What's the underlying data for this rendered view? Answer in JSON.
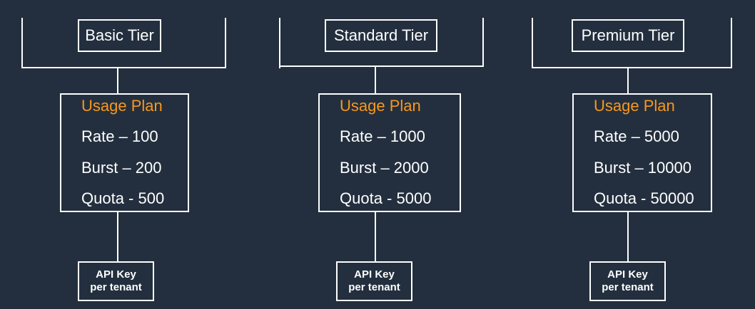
{
  "colors": {
    "background": "#232f3e",
    "accent": "#f7981d",
    "foreground": "#ffffff"
  },
  "tiers": [
    {
      "name": "Basic Tier",
      "plan_title": "Usage Plan",
      "rate": "Rate – 100",
      "burst": "Burst – 200",
      "quota": "Quota - 500",
      "key_line1": "API Key",
      "key_line2": "per tenant"
    },
    {
      "name": "Standard Tier",
      "plan_title": "Usage Plan",
      "rate": "Rate – 1000",
      "burst": "Burst – 2000",
      "quota": "Quota - 5000",
      "key_line1": "API Key",
      "key_line2": "per tenant"
    },
    {
      "name": "Premium Tier",
      "plan_title": "Usage Plan",
      "rate": "Rate – 5000",
      "burst": "Burst – 10000",
      "quota": "Quota - 50000",
      "key_line1": "API Key",
      "key_line2": "per tenant"
    }
  ]
}
